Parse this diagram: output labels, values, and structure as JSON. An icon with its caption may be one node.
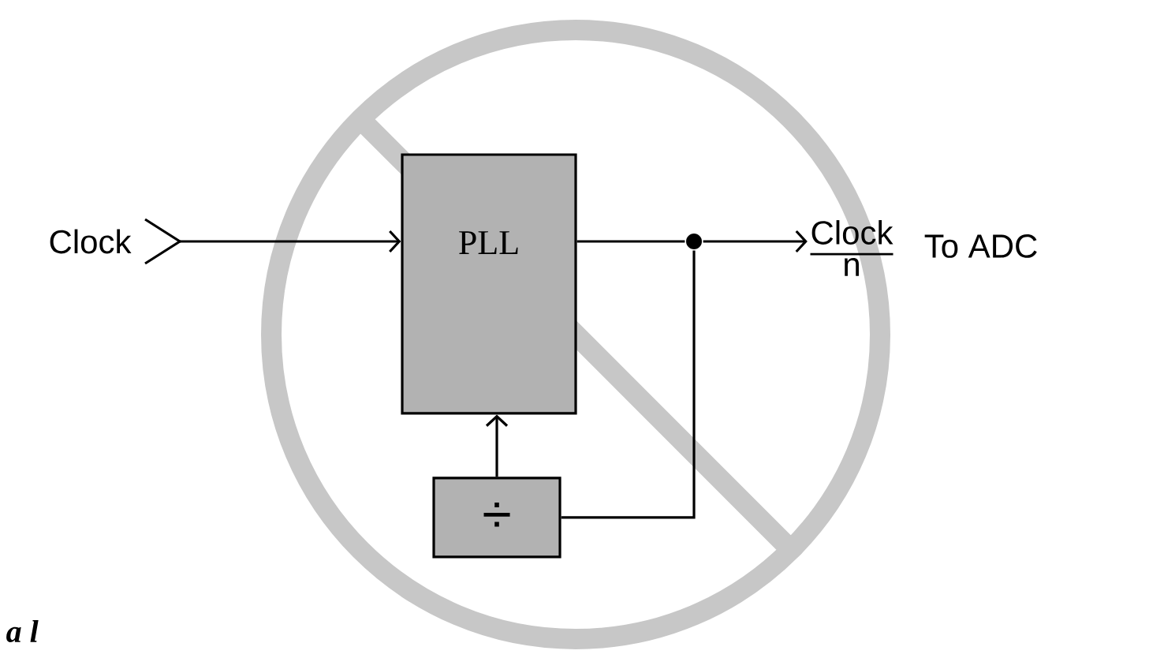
{
  "diagram": {
    "nodes": [
      {
        "text": [
          "Clock"
        ]
      },
      {
        "text": [
          "PLL"
        ]
      },
      {
        "text": [
          "÷"
        ]
      },
      {
        "text": [],
        "shape": "circle"
      },
      {
        "text": [
          "Clock",
          "n"
        ],
        "beside": [
          "To ADC"
        ]
      }
    ],
    "edges": [
      {
        "from": 0,
        "to": 1,
        "arrow": "to"
      },
      {
        "from": 1,
        "to": 3,
        "arrow": "none"
      },
      {
        "from": 3,
        "to": 4,
        "arrow": "to"
      },
      {
        "from": 3,
        "to": 2,
        "arrow": "none"
      },
      {
        "from": 2,
        "to": 1,
        "arrow": "to"
      }
    ],
    "labels": [
      "a l"
    ]
  }
}
